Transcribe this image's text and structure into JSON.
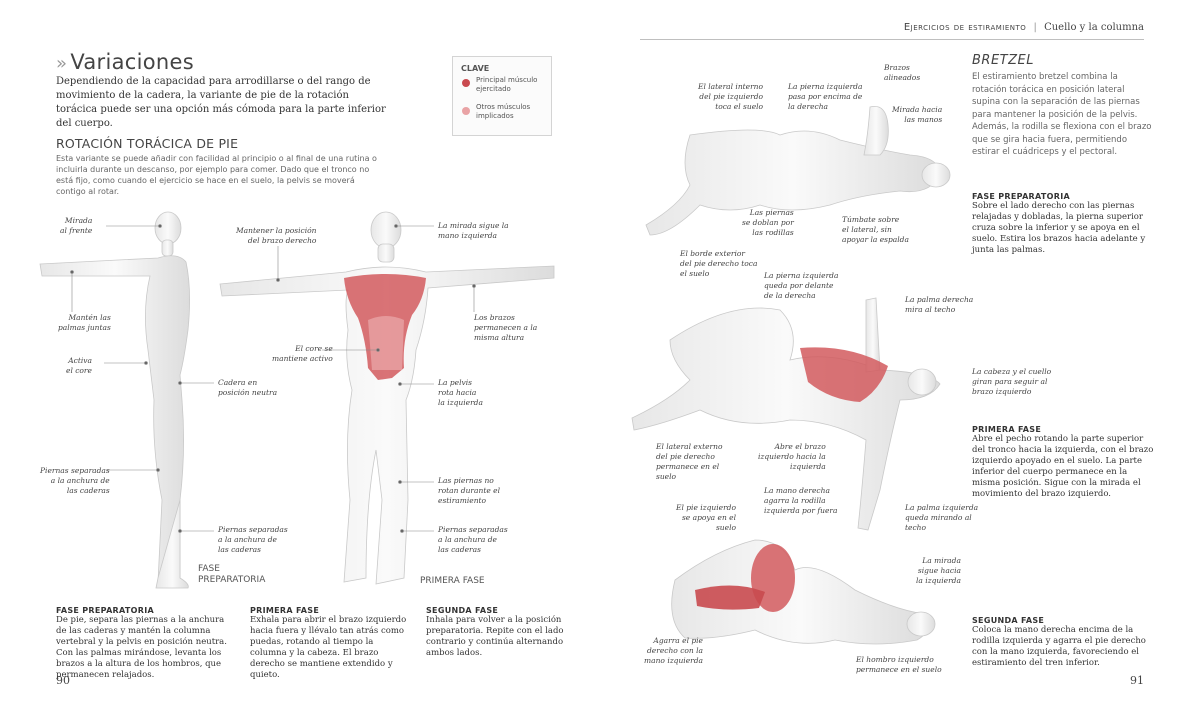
{
  "header": {
    "section": "Ejercicios de estiramiento",
    "subsection": "Cuello y la columna"
  },
  "left": {
    "title": "Variaciones",
    "intro": "Dependiendo de la capacidad para arrodillarse o del rango de movimiento de la cadera, la variante de pie de la rotación torácica puede ser una opción más cómoda para la parte inferior del cuerpo.",
    "key": {
      "title": "CLAVE",
      "items": [
        {
          "label": "Principal músculo ejercitado",
          "color": "#c94a4f"
        },
        {
          "label": "Otros músculos implicados",
          "color": "#e9a3a5"
        }
      ]
    },
    "variant_title": "ROTACIÓN TORÁCICA DE PIE",
    "variant_desc": "Esta variante se puede añadir con facilidad al principio o al final de una rutina o incluirla durante un descanso, por ejemplo para comer. Dado que el tronco no está fijo, como cuando el ejercicio se hace en el suelo, la pelvis se moverá contigo al rotar.",
    "fig1_labels": {
      "a": "Mirada\nal frente",
      "b": "Mantén las\npalmas juntas",
      "c": "Activa\nel core",
      "d": "Cadera en\nposición neutra",
      "e": "Piernas separadas\na la anchura de\nlas caderas",
      "f": "Piernas separadas\na la anchura de\nlas caderas",
      "caption": "FASE\nPREPARATORIA"
    },
    "fig2_labels": {
      "a": "Mantener la posición\ndel brazo derecho",
      "b": "La mirada sigue la\nmano izquierda",
      "c": "Los brazos\npermanecen a la\nmisma altura",
      "d": "El core se\nmantiene activo",
      "e": "La pelvis\nrota hacia\nla izquierda",
      "f": "Las piernas no\nrotan durante el\nestiramiento",
      "g": "Piernas separadas\na la anchura de\nlas caderas",
      "caption": "PRIMERA FASE"
    },
    "steps": [
      {
        "title": "FASE PREPARATORIA",
        "text": "De pie, separa las piernas a la anchura de las caderas y mantén la columna vertebral y la pelvis en posición neutra. Con las palmas mirándose, levanta los brazos a la altura de los hombros, que permanecen relajados."
      },
      {
        "title": "PRIMERA FASE",
        "text": "Exhala para abrir el brazo izquierdo hacia fuera y llévalo tan atrás como puedas, rotando al tiempo la columna y la cabeza. El brazo derecho se mantiene extendido y quieto."
      },
      {
        "title": "SEGUNDA FASE",
        "text": "Inhala para volver a la posición preparatoria. Repite con el lado contrario y continúa alternando ambos lados."
      }
    ],
    "page_number": "90"
  },
  "right": {
    "title": "Bretzel",
    "intro": "El estiramiento bretzel combina la rotación torácica en posición lateral supina con la separación de las piernas para mantener la posición de la pelvis. Además, la rodilla se flexiona con el brazo que se gira hacia fuera, permitiendo estirar el cuádriceps y el pectoral.",
    "steps": [
      {
        "title": "FASE PREPARATORIA",
        "text": "Sobre el lado derecho con las piernas relajadas y dobladas, la pierna superior cruza sobre la inferior y se apoya en el suelo. Estira los brazos hacia adelante y junta las palmas."
      },
      {
        "title": "PRIMERA FASE",
        "text": "Abre el pecho rotando la parte superior del tronco hacia la izquierda, con el brazo izquierdo apoyado en el suelo. La parte inferior del cuerpo permanece en la misma posición. Sigue con la mirada el movimiento del brazo izquierdo."
      },
      {
        "title": "SEGUNDA FASE",
        "text": "Coloca la mano derecha encima de la rodilla izquierda y agarra el pie derecho con la mano izquierda, favoreciendo el estiramiento del tren inferior."
      }
    ],
    "fig1_labels": {
      "a": "El lateral interno\ndel pie izquierdo\ntoca el suelo",
      "b": "La pierna izquierda\npasa por encima de\nla derecha",
      "c": "Brazos\nalineados",
      "d": "Mirada hacia\nlas manos",
      "e": "Las piernas\nse doblan por\nlas rodillas",
      "f": "Túmbate sobre\nel lateral, sin\napoyar la espalda",
      "g": "El borde exterior\ndel pie derecho toca\nel suelo"
    },
    "fig2_labels": {
      "a": "La pierna izquierda\nqueda por delante\nde la derecha",
      "b": "La palma derecha\nmira al techo",
      "c": "La cabeza y el cuello\ngiran para seguir al\nbrazo izquierdo",
      "d": "El lateral externo\ndel pie derecho\npermanece en el\nsuelo",
      "e": "Abre el brazo\nizquierdo hacia la\nizquierda",
      "f": "La palma izquierda\nqueda mirando al\ntecho"
    },
    "fig3_labels": {
      "a": "El pie izquierdo\nse apoya en el\nsuelo",
      "b": "La mano derecha\nagarra la rodilla\nizquierda por fuera",
      "c": "La mirada\nsigue hacia\nla izquierda",
      "d": "Agarra el pie\nderecho con la\nmano izquierda",
      "e": "El hombro izquierdo\npermanece en el suelo"
    },
    "page_number": "91"
  }
}
